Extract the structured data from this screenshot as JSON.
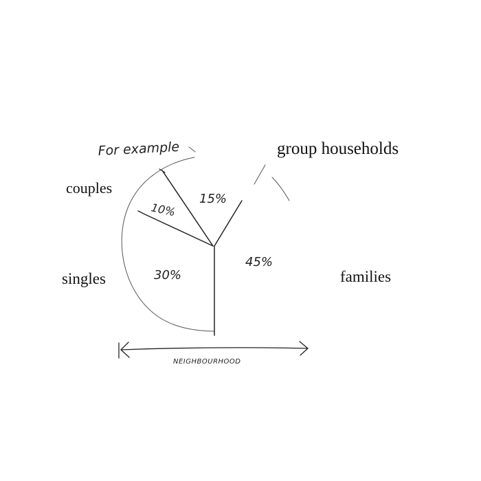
{
  "caption": "For example",
  "segments": [
    {
      "name": "group households",
      "percent_label": "15%",
      "value": 15
    },
    {
      "name": "couples",
      "percent_label": "10%",
      "value": 10
    },
    {
      "name": "singles",
      "percent_label": "30%",
      "value": 30
    },
    {
      "name": "families",
      "percent_label": "45%",
      "value": 45
    }
  ],
  "axis_label": "NEIGHBOURHOOD",
  "ink_color": "#222222"
}
